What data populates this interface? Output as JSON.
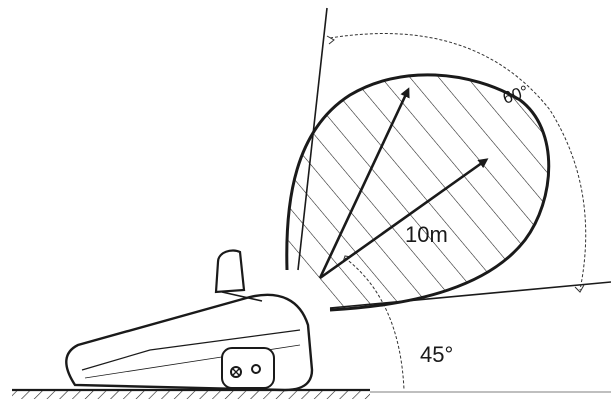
{
  "diagram": {
    "labels": {
      "angle_top": "60°",
      "range": "10m",
      "angle_bottom": "45°"
    },
    "colors": {
      "ink": "#1a1a1a",
      "paper": "#ffffff"
    }
  }
}
